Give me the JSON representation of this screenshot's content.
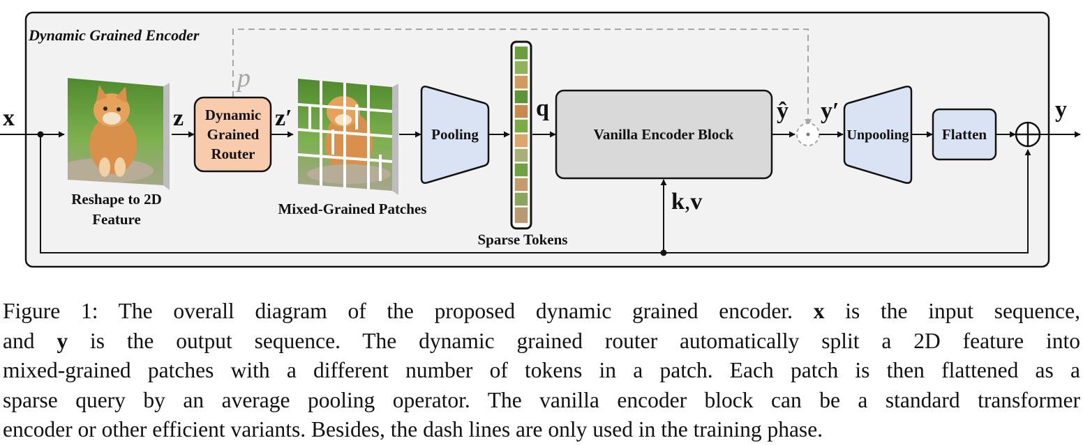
{
  "diagram": {
    "container_title": "Dynamic Grained Encoder",
    "symbols": {
      "x": "x",
      "z": "z",
      "z_prime": "z′",
      "p": "p",
      "q": "q",
      "y_hat": "ŷ",
      "y_prime": "y′",
      "y": "y",
      "k": "k",
      "kv_comma": ",",
      "v": "v"
    },
    "image_labels": {
      "reshape_line1": "Reshape to 2D",
      "reshape_line2": "Feature",
      "patches": "Mixed-Grained Patches",
      "sparse": "Sparse Tokens"
    },
    "blocks": {
      "router_line1": "Dynamic",
      "router_line2": "Grained",
      "router_line3": "Router",
      "pooling": "Pooling",
      "encoder": "Vanilla Encoder Block",
      "unpooling": "Unpooling",
      "flatten": "Flatten"
    },
    "colors": {
      "container_fill": "#f2f2f2",
      "router_fill": "#f8cbad",
      "trapezoid_fill": "#dae3f3",
      "encoder_fill": "#d9d9d9",
      "dashed_line": "#a6a6a6",
      "grass": "#5f9a3a",
      "kitten": "#d9904a"
    },
    "icons": [
      "kitten-photo-icon",
      "patch-grid-icon",
      "token-strip-icon",
      "elementwise-multiply-icon",
      "add-circle-icon"
    ]
  },
  "caption": {
    "lines": [
      {
        "parts": [
          {
            "t": "Figure 1: The overall diagram of the proposed dynamic grained encoder. "
          },
          {
            "t": "x",
            "b": true
          },
          {
            "t": " is the input sequence,"
          }
        ]
      },
      {
        "parts": [
          {
            "t": "and "
          },
          {
            "t": "y",
            "b": true
          },
          {
            "t": " is the output sequence. The dynamic grained router automatically split a 2D feature into"
          }
        ]
      },
      {
        "parts": [
          {
            "t": "mixed-grained patches with a different number of tokens in a patch. Each patch is then flattened as a"
          }
        ]
      },
      {
        "parts": [
          {
            "t": "sparse query by an average pooling operator. The vanilla encoder block can be a standard transformer"
          }
        ]
      },
      {
        "parts": [
          {
            "t": "encoder or other efficient variants. Besides, the dash lines are only used in the training phase."
          }
        ]
      }
    ]
  }
}
